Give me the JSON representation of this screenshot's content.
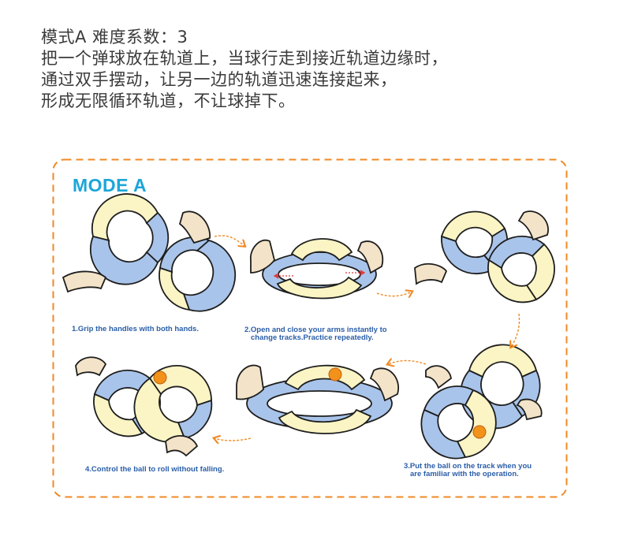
{
  "header": {
    "lines": [
      "模式A  难度系数：3",
      "把一个弹球放在轨道上，当球行走到接近轨道边缘时，",
      "通过双手摆动，让另一边的轨道迅速连接起来，",
      "形成无限循环轨道，不让球掉下。"
    ]
  },
  "diagram": {
    "title": "MODE A",
    "steps": [
      {
        "line1": "1.Grip the handles with both hands.",
        "line2": ""
      },
      {
        "line1": "2.Open and close your arms instantly to",
        "line2": "change tracks.Practice repeatedly."
      },
      {
        "line1": "3.Put the ball on the track when you",
        "line2": "are familiar with the operation."
      },
      {
        "line1": "4.Control the ball to roll without falling.",
        "line2": ""
      }
    ]
  },
  "colors": {
    "accent_orange": "#f08a24",
    "title_blue": "#1ba6d9",
    "caption_blue": "#2a5ea8",
    "track_yellow": "#fbf4c4",
    "track_blue": "#a9c4ea",
    "hand_skin": "#f3e3c8",
    "ball_orange": "#f2921a"
  }
}
